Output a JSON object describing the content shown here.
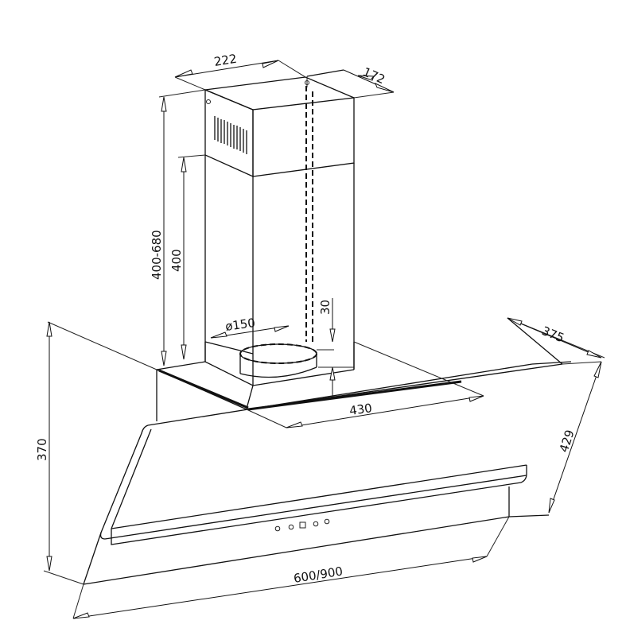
{
  "dimensions": {
    "chimney_width": "222",
    "chimney_depth": "172",
    "height_range": "400-680",
    "chimney_height": "400",
    "outlet_offset": "30",
    "outlet_diameter": "ø150",
    "top_depth": "430",
    "hood_depth": "375",
    "glass_height": "429",
    "hood_height": "370",
    "hood_width": "600/900"
  },
  "icons": {
    "vent_slots": "vent-grille-icon",
    "control_buttons": "control-button-icon"
  },
  "colors": {
    "line": "#111111",
    "background": "#ffffff"
  }
}
